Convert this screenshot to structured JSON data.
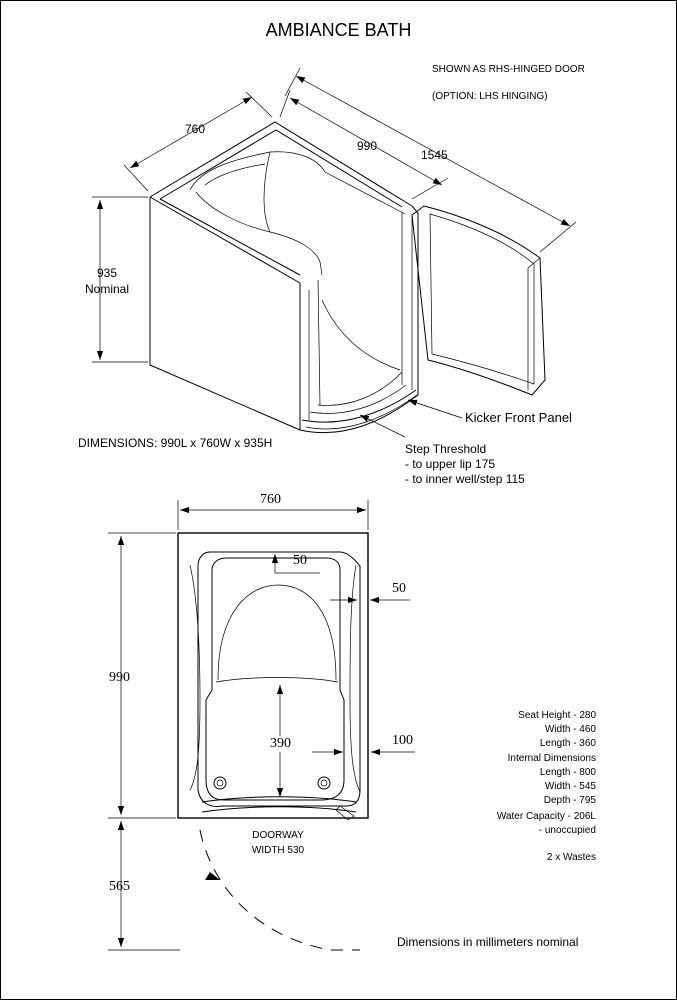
{
  "title": "AMBIANCE BATH",
  "notes": {
    "hinge": "SHOWN AS RHS-HINGED DOOR",
    "option": "(OPTION: LHS HINGING)",
    "dimensions": "DIMENSIONS: 990L x 760W x 935H",
    "units": "Dimensions in millimeters nominal"
  },
  "isometric": {
    "width": "760",
    "length": "990",
    "overall_length": "1545",
    "height": "935",
    "height_note": "Nominal",
    "kicker_label": "Kicker Front Panel",
    "step_title": "Step Threshold",
    "step_upper": "- to upper lip 175",
    "step_inner": "- to inner well/step 115"
  },
  "plan": {
    "width": "760",
    "length": "990",
    "rim_50_top": "50",
    "rim_50_side": "50",
    "seat_390": "390",
    "side_100": "100",
    "door_swing": "565",
    "doorway_title": "DOORWAY",
    "doorway_width": "WIDTH 530"
  },
  "specs": [
    "Seat Height - 280",
    "Width - 460",
    "Length - 360",
    "Internal Dimensions",
    "Length - 800",
    "Width - 545",
    "Depth - 795",
    "Water Capacity - 206L",
    "- unoccupied",
    "2 x Wastes"
  ]
}
